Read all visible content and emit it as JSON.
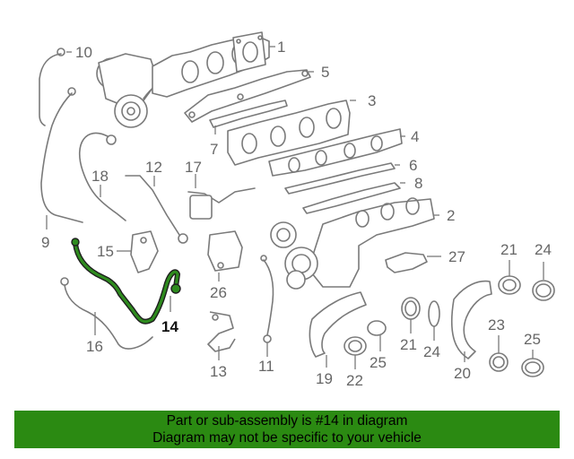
{
  "diagram": {
    "callouts": [
      "1",
      "2",
      "3",
      "4",
      "5",
      "6",
      "7",
      "8",
      "9",
      "10",
      "11",
      "12",
      "13",
      "14",
      "15",
      "16",
      "17",
      "18",
      "19",
      "20",
      "21",
      "21",
      "22",
      "23",
      "24",
      "24",
      "25",
      "25",
      "26",
      "27"
    ],
    "highlighted_part": "14",
    "colors": {
      "highlight": "#2e8b1e",
      "banner": "#2b8a12",
      "line": "#7a7a7a"
    }
  },
  "banner": {
    "line1": "Part or sub-assembly is #14 in diagram",
    "line2": "Diagram may not be specific to your vehicle"
  }
}
